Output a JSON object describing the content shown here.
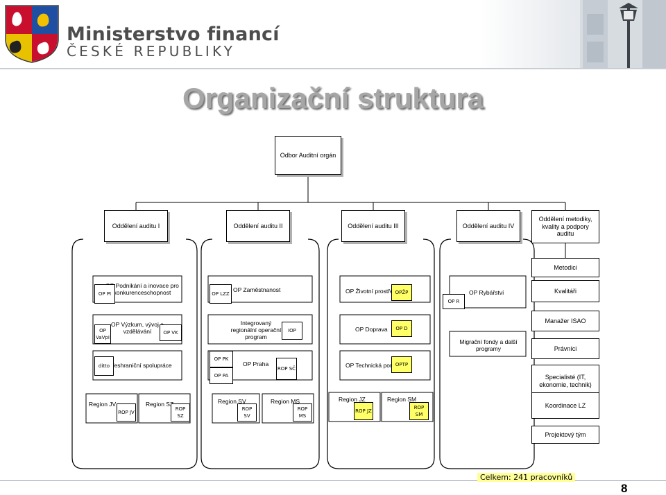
{
  "header": {
    "ministry_name": "Ministerstvo financí",
    "ministry_sub": "ČESKÉ REPUBLIKY"
  },
  "title": "Organizační struktura",
  "org": {
    "top": "Odbor Auditní orgán",
    "dept1": "Oddělení auditu I",
    "dept2": "Oddělení auditu II",
    "dept3": "Oddělení auditu III",
    "dept4": "Oddělení auditu IV",
    "dept5": "Oddělení metodiky, kvality a podpory auditu",
    "metodici": "Metodici",
    "kvalitari": "Kvalitáři",
    "manazer_iso": "Manažer ISAO",
    "pravnici": "Právníci",
    "specialiste": "Specialisté (IT, ekonomie, technik)",
    "koordinace": "Koordinace LZ",
    "projektovy_tym": "Projektový tým"
  },
  "col1": {
    "p1": "OP Podnikání a inovace pro konkurenceschopnost",
    "tag_pi": "OP PI",
    "p2": "OP Výzkum, vývoj a vzdělávání",
    "tag_vavpi": "OP VaVpI",
    "tag_vk": "OP VK",
    "p3": "Přeshraniční spolupráce",
    "tag_ditto": "ditto"
  },
  "col2": {
    "p1": "OP Zaměstnanost",
    "tag_lzz": "OP LZZ",
    "p2": "Integrovaný regionální operační program",
    "tag_iop": "IOP",
    "p3": "OP Praha",
    "tag_pk": "OP PK",
    "tag_pa": "OP PA",
    "tag_rop_sc": "ROP SČ"
  },
  "col3": {
    "p1": "OP Životní prostředí",
    "tag_opzp": "OPŽP",
    "p2": "OP Doprava",
    "tag_opd": "OP D",
    "p3": "OP Technická pomoc",
    "tag_optp": "OPTP"
  },
  "col4": {
    "p1": "OP Rybářství",
    "tag_opr": "OP R",
    "p2": "Migrační fondy a další programy"
  },
  "regions": {
    "jv": "Region JV",
    "rop_jv": "ROP JV",
    "sz": "Region SZ",
    "rop_sz": "ROP SZ",
    "sv": "Region SV",
    "rop_sv": "ROP SV",
    "ms": "Region MS",
    "rop_ms": "ROP MS",
    "jz": "Region JZ",
    "rop_jz": "ROP JZ",
    "sm": "Region SM",
    "rop_sm": "ROP SM"
  },
  "footer": {
    "count": "Celkem: 241 pracovníků",
    "page_number": "8"
  },
  "colors": {
    "title": "#a6a6a6",
    "tag_highlight": "#ffff66"
  }
}
